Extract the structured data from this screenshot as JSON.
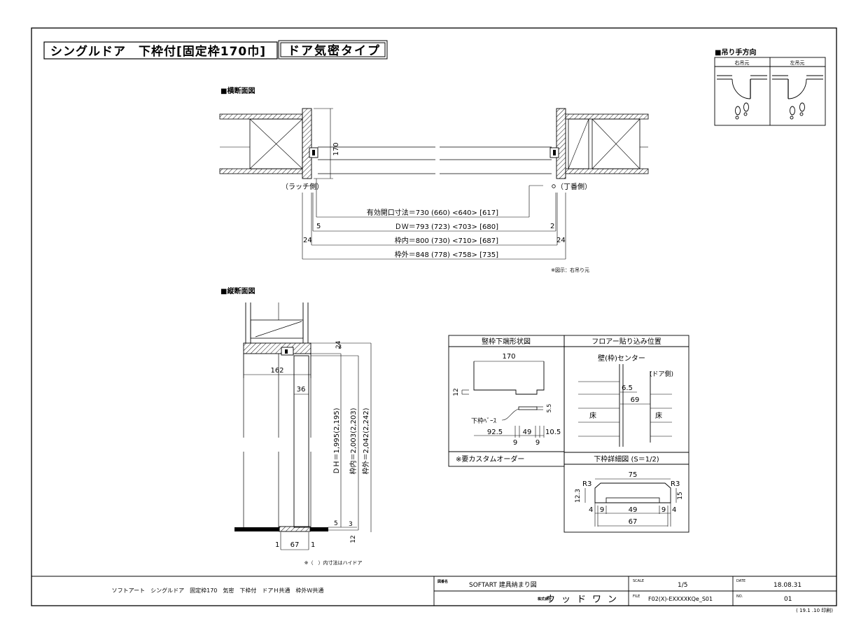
{
  "title": {
    "main": "シングルドア　下枠付[固定枠170巾]",
    "type": "ドア気密タイプ"
  },
  "hinge_direction": {
    "heading": "■吊り手方向",
    "right": "右吊元",
    "left": "左吊元"
  },
  "horizontal_section": {
    "heading": "■横断面図",
    "latch_side": "（ラッチ側）",
    "hinge_side": "（丁番側）",
    "dim_170": "170",
    "opening": "有効開口寸法＝730 (660) <640> [617]",
    "dw": "ＤＷ＝793 (723) <703> [680]",
    "frame_inner": "枠内＝800 (730) <710> [687]",
    "frame_outer": "枠外＝848 (778) <758> [735]",
    "d5": "5",
    "d2": "2",
    "d24_left": "24",
    "d24_right": "24",
    "note": "※図示：右吊り元"
  },
  "vertical_section": {
    "heading": "■縦断面図",
    "d162": "162",
    "d36": "36",
    "d3": "3",
    "d24": "24",
    "dh": "ＤＨ＝1,995(2,195)",
    "inner": "枠内＝2,003(2,203)",
    "outer": "枠外＝2,042(2,242)",
    "d5b": "5",
    "d3b": "3",
    "d12": "12",
    "d1a": "1",
    "d67": "67",
    "d1b": "1",
    "note": "※（　）内寸法はハイドア"
  },
  "jamb_detail": {
    "heading": "竪枠下端形状図",
    "d170": "170",
    "d12": "12",
    "base": "下枠ﾍﾞｰｽ",
    "d55": "5.5",
    "d925": "92.5",
    "d49": "49",
    "d105": "10.5",
    "d9a": "9",
    "d9b": "9",
    "custom": "※要カスタムオーダー"
  },
  "floor_detail": {
    "heading": "フロアー貼り込み位置",
    "center": "壁(枠)センター",
    "door_side": "(ドア側)",
    "d65": "6.5",
    "d69": "69",
    "floor_l": "床",
    "floor_r": "床"
  },
  "sill_detail": {
    "heading": "下枠詳細図 (S＝1/2)",
    "d75": "75",
    "r3l": "R3",
    "r3r": "R3",
    "d123": "12.3",
    "d15": "15",
    "d4l": "4",
    "d9l": "9",
    "d49": "49",
    "d9r": "9",
    "d4r": "4",
    "d67": "67"
  },
  "title_block": {
    "description": "ソフトアート　シングルドア　固定枠170　気密　下枠付　ドアＨ共通　枠外Ｗ共通",
    "name_label": "図番名",
    "name": "SOFTART 建具納まり図",
    "company_label": "株式会社",
    "company": "ウッドワン",
    "scale_label": "SCALE",
    "scale": "1/5",
    "date_label": "DATE",
    "date": "18.08.31",
    "file_label": "FILE",
    "file": "F02(X)-EXXXXKQe_S01",
    "no_label": "NO.",
    "no": "01",
    "print": "( 19.1 .10 印刷)"
  }
}
